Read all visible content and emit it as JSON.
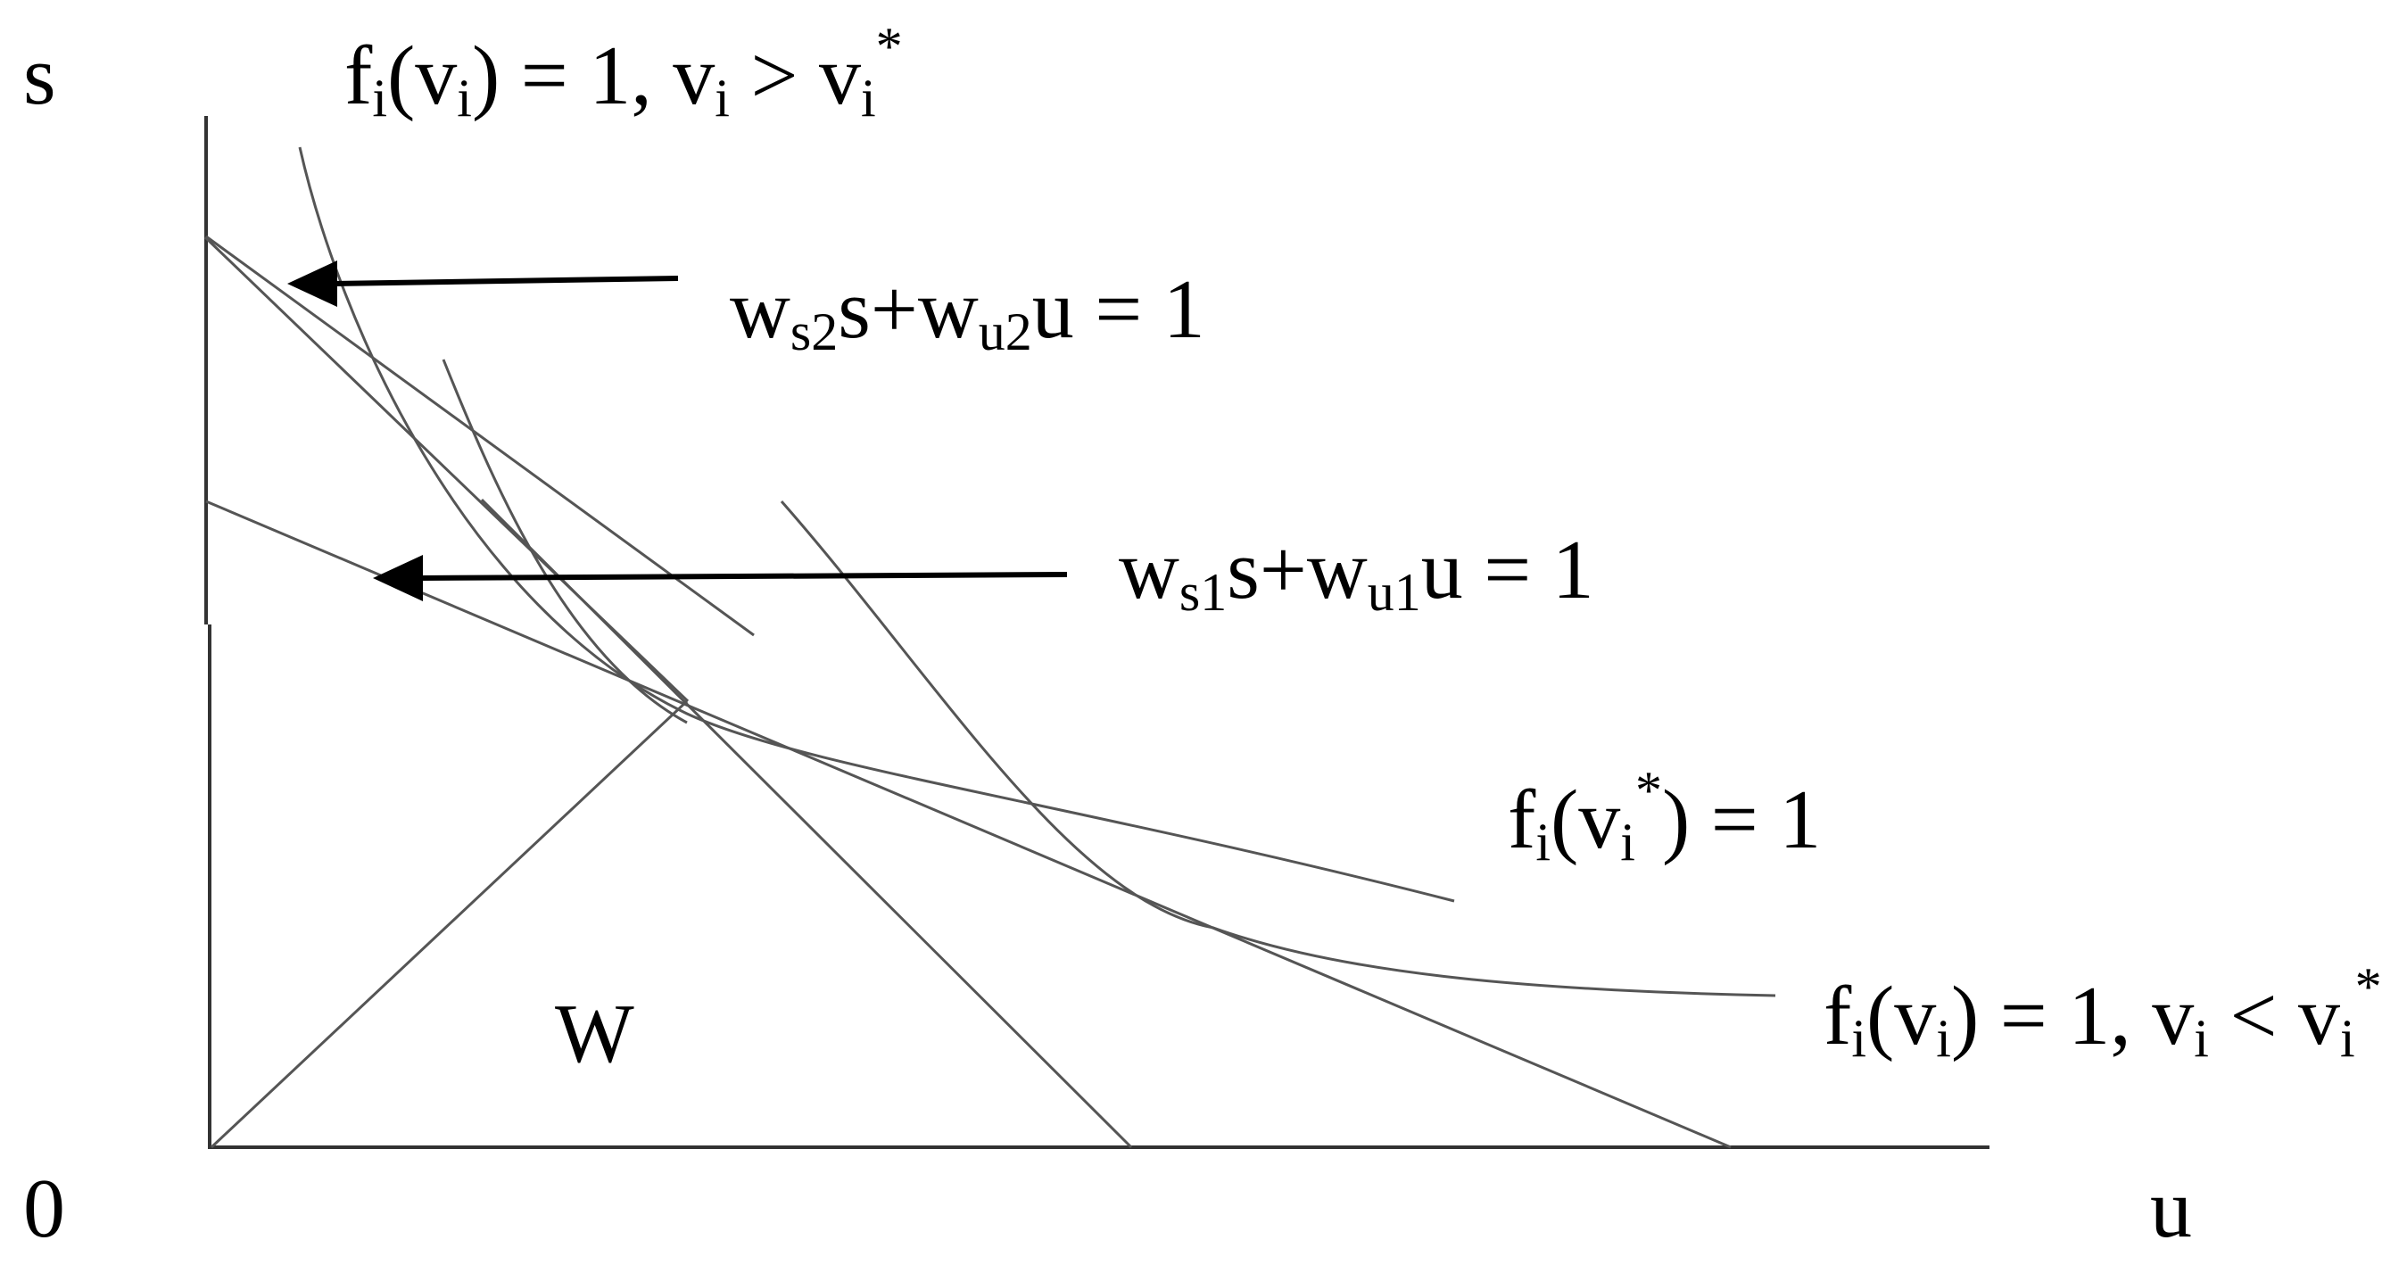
{
  "axes": {
    "y_label": "s",
    "x_label": "u",
    "origin_label": "0"
  },
  "region_label": "W",
  "curves": {
    "top_curve": {
      "f": "f",
      "f_sub": "i",
      "open": "(v",
      "v_sub": "i",
      "close_eq": ") = 1, v",
      "v2_sub": "i",
      "rel": " > v",
      "v3_sub": "i",
      "star": "*"
    },
    "mid_curve": {
      "f": "f",
      "f_sub": "i",
      "open": "(v",
      "v_sub": "i",
      "star": "*",
      "close_eq": ") = 1"
    },
    "low_curve": {
      "f": "f",
      "f_sub": "i",
      "open": "(v",
      "v_sub": "i",
      "close_eq": ") = 1, v",
      "v2_sub": "i",
      "rel": " < v",
      "v3_sub": "i",
      "star": "*"
    }
  },
  "lines": {
    "line2": {
      "w1": "w",
      "s_sub": "s2",
      "mid": "s+w",
      "u_sub": "u2",
      "end": "u = 1"
    },
    "line1": {
      "w1": "w",
      "s_sub": "s1",
      "mid": "s+w",
      "u_sub": "u1",
      "end": "u = 1"
    }
  },
  "colors": {
    "curve_stroke": "#555555",
    "axis_stroke": "#333333",
    "arrow_fill": "#000000"
  }
}
